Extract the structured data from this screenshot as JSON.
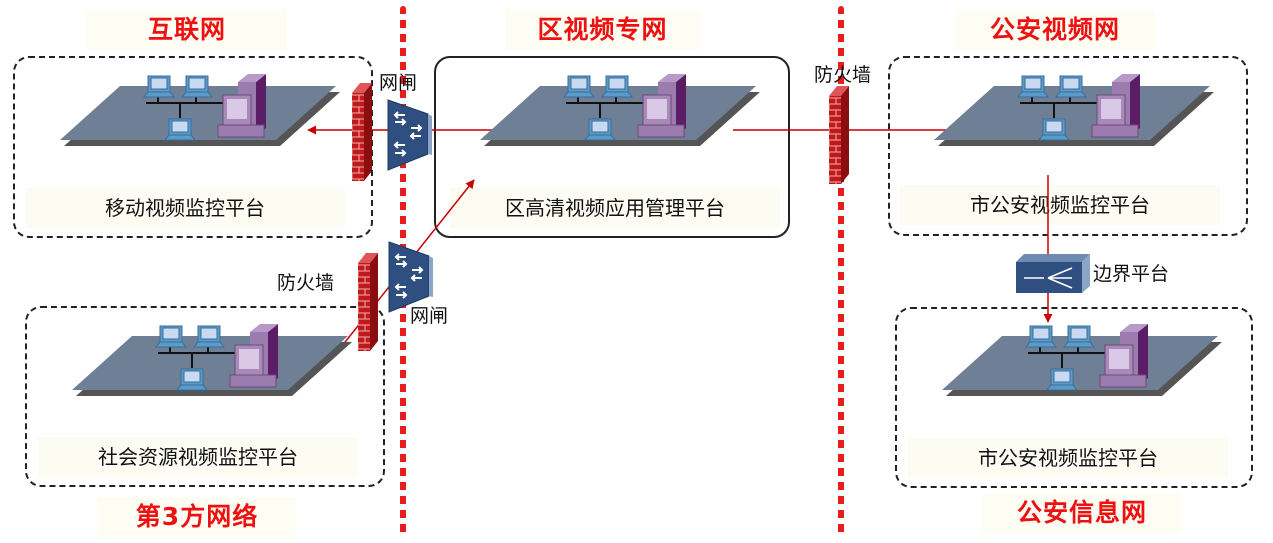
{
  "zones": {
    "internet": "互联网",
    "district_video_net": "区视频专网",
    "police_video_net": "公安视频网",
    "third_party_net": "第3方网络",
    "police_info_net": "公安信息网"
  },
  "platforms": {
    "mobile": "移动视频监控平台",
    "district_hd": "区高清视频应用管理平台",
    "city_police_video": "市公安视频监控平台",
    "social_resource": "社会资源视频监控平台",
    "city_police_info": "市公安视频监控平台"
  },
  "devices": {
    "gateway_top": "网闸",
    "gateway_bottom": "网闸",
    "firewall_mid": "防火墙",
    "firewall_bottom": "防火墙",
    "border_platform": "边界平台"
  },
  "colors": {
    "zone_title": "#ee1111",
    "divider": "#e61e1e",
    "link": "#cc0000",
    "platform_plate": "#6f7f96",
    "firewall": "#c0191c",
    "gateway": "#2f4f80"
  }
}
